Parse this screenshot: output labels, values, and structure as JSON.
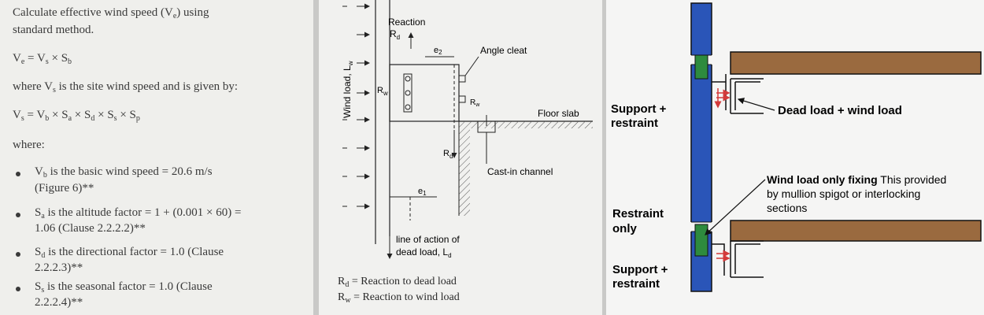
{
  "left": {
    "heading_line1": "Calculate effective wind speed (V",
    "heading_sub": "e",
    "heading_line1_end": ") using",
    "heading_line2": "standard method.",
    "eq1": {
      "a": "V",
      "a_sub": "e",
      "mid": " = V",
      "b_sub": "s",
      "x": " × S",
      "c_sub": "b"
    },
    "where_text_a": "where V",
    "where_sub": "s",
    "where_text_b": " is the site wind speed and is given by:",
    "eq2": {
      "a": "V",
      "a_sub": "s",
      "rest": " = V",
      "s1": "b",
      "t1": " × S",
      "s2": "a",
      "t2": " × S",
      "s3": "d",
      "t3": " × S",
      "s4": "s",
      "t4": " × S",
      "s5": "p"
    },
    "where_label": "where:",
    "bullets": [
      {
        "pre": "V",
        "sub": "b",
        "line1": " is the basic wind speed = 20.6 m/s",
        "line2": "(Figure 6)**"
      },
      {
        "pre": "S",
        "sub": "a",
        "line1": " is the altitude factor = 1 + (0.001 × 60) =",
        "line2": "1.06 (Clause 2.2.2.2)**"
      },
      {
        "pre": "S",
        "sub": "d",
        "line1": "is the directional factor = 1.0 (Clause",
        "line2": "2.2.2.3)**"
      },
      {
        "pre": "S",
        "sub": "s",
        "line1": " is the seasonal factor = 1.0 (Clause",
        "line2": "2.2.2.4)**"
      }
    ]
  },
  "middle": {
    "reaction": "Reaction",
    "rd_top": "R",
    "rd_top_sub": "d",
    "e2": "e",
    "e2_sub": "2",
    "angle_cleat": "Angle cleat",
    "wind_load": "Wind load, L",
    "wind_load_sub": "w",
    "rw": "R",
    "rw_sub": "w",
    "rw2": "R",
    "rw2_sub": "w",
    "floor_slab": "Floor slab",
    "rd_mid": "R",
    "rd_mid_sub": "d",
    "cast_in": "Cast-in channel",
    "e1": "e",
    "e1_sub": "1",
    "line_action_1": "line of action of",
    "line_action_2": "dead load, L",
    "line_action_sub": "d",
    "legend1": "R",
    "legend1_sub": "d",
    "legend1_text": " = Reaction to dead load",
    "legend2": "R",
    "legend2_sub": "w",
    "legend2_text": " = Reaction to wind load"
  },
  "right": {
    "support_restraint_top_1": "Support +",
    "support_restraint_top_2": "restraint",
    "dead_wind": "Dead load + wind load",
    "wind_only_bold": "Wind load only fixing",
    "wind_only_rest1": " This provided",
    "wind_only_rest2": "by mullion spigot or interlocking",
    "wind_only_rest3": "sections",
    "restraint_only_1": "Restraint",
    "restraint_only_2": "only",
    "support_restraint_bot_1": "Support +",
    "support_restraint_bot_2": "restraint",
    "colors": {
      "mullion": "#2a55b8",
      "spigot": "#2e8b3e",
      "slab": "#9a6a3f",
      "arrow": "#d33a3a"
    }
  }
}
